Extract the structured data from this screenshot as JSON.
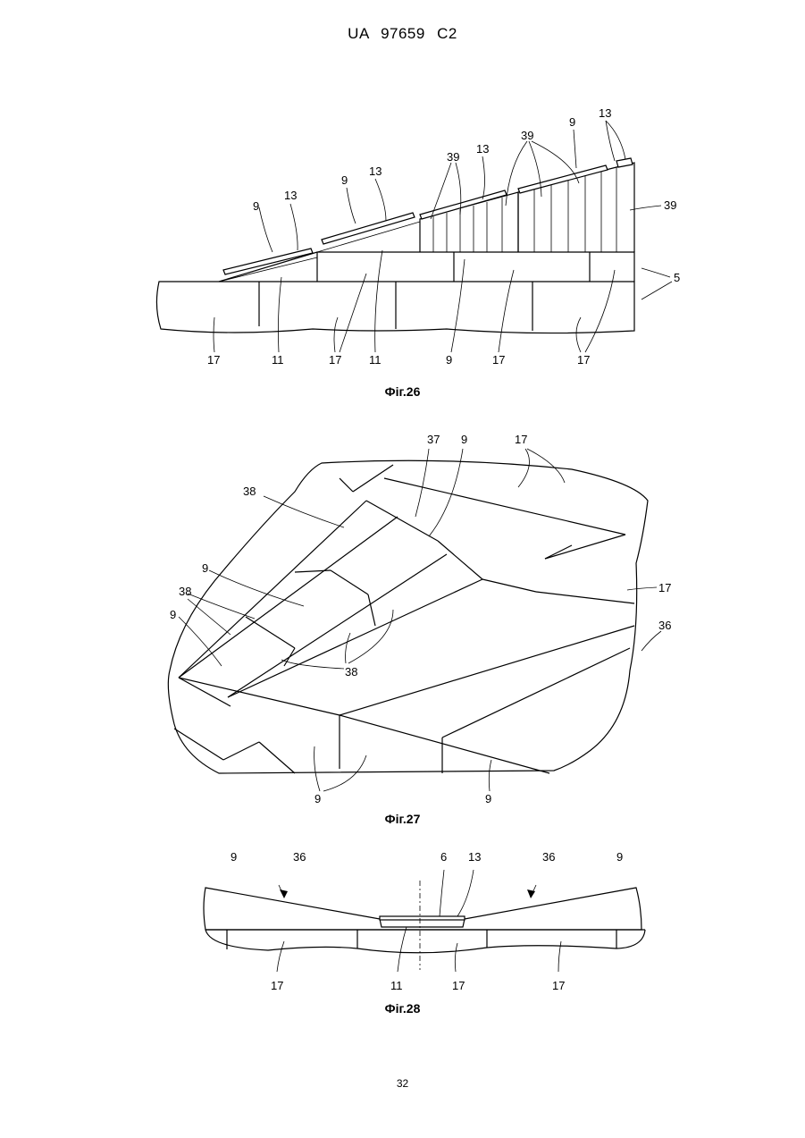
{
  "document": {
    "header": "UA 97659 C2",
    "page_number": "32"
  },
  "figures": {
    "fig26": {
      "caption": "Фіг.26",
      "labels": [
        "9",
        "13",
        "9",
        "13",
        "39",
        "13",
        "39",
        "9",
        "13",
        "39",
        "5",
        "17",
        "11",
        "17",
        "11",
        "9",
        "17",
        "17"
      ]
    },
    "fig27": {
      "caption": "Фіг.27",
      "labels": [
        "37",
        "9",
        "17",
        "38",
        "9",
        "38",
        "9",
        "38",
        "17",
        "36",
        "9",
        "9"
      ]
    },
    "fig28": {
      "caption": "Фіг.28",
      "labels": [
        "9",
        "36",
        "6",
        "13",
        "36",
        "9",
        "17",
        "11",
        "17",
        "17"
      ]
    }
  }
}
